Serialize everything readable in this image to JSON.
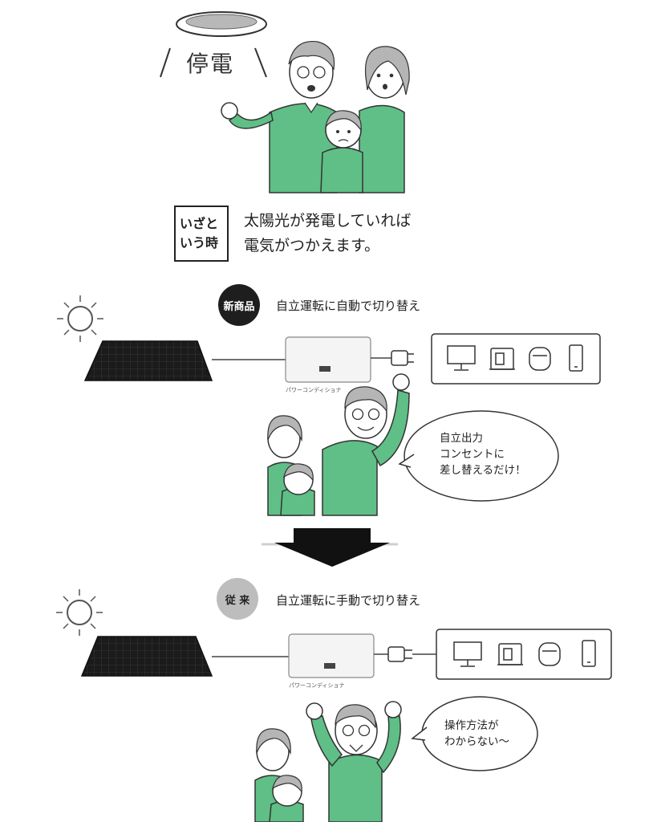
{
  "top": {
    "outage_label": "停電",
    "note_box": [
      "いざと",
      "いう時"
    ],
    "note_text": [
      "太陽光が発電していれば",
      "電気がつかえます。"
    ]
  },
  "new_product": {
    "badge": "新商品",
    "mode_text": "自立運転に自動で切り替え",
    "power_conditioner_label": "パワーコンディショナ",
    "speech_bubble": [
      "自立出力",
      "コンセントに",
      "差し替えるだけ！"
    ]
  },
  "conventional": {
    "badge": "従 来",
    "mode_text": "自立運転に手動で切り替え",
    "power_conditioner_label": "パワーコンディショナ",
    "speech_bubble": [
      "操作方法が",
      "わからない〜"
    ]
  },
  "appliance_icons": [
    "tv-icon",
    "rice-cooker-icon",
    "kettle-icon",
    "smartphone-icon"
  ],
  "colors": {
    "shirt_green": "#5fbf86",
    "panel_black": "#1b1b1b",
    "badge_dark": "#1e1e1e",
    "badge_gray": "#bdbdbd",
    "arrow_black": "#111111"
  }
}
